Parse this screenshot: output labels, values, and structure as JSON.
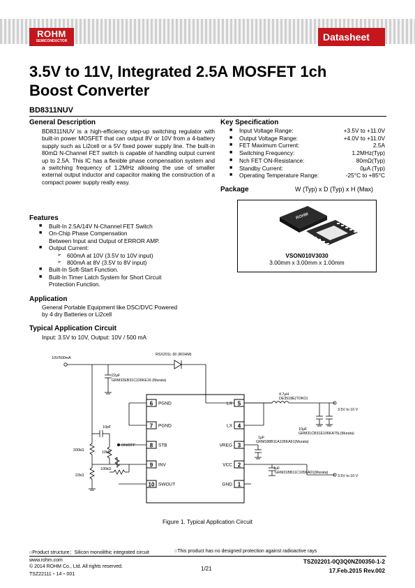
{
  "header": {
    "logo_main": "ROHM",
    "logo_sub": "SEMICONDUCTOR",
    "doc_type": "Datasheet"
  },
  "title": {
    "line1": "3.5V to 11V, Integrated 2.5A MOSFET 1ch",
    "line2": "Boost Converter",
    "part_number": "BD8311NUV"
  },
  "general_description": {
    "heading": "General Description",
    "text": "BD8311NUV is a high-efficiency step-up switching regulator with built-in power MOSFET that can output 8V or 10V from a 4-battery supply such as Li2cell or a 5V fixed power supply line. The built-in 80mΩ N-Channel FET switch is capable of handling output current up to 2.5A. This IC has a flexible phase compensation system and a switching frequency of 1.2MHz allowing the use of smaller external output inductor and capacitor making the construction of a compact power supply really easy."
  },
  "key_spec": {
    "heading": "Key Specification",
    "rows": [
      {
        "label": "Input Voltage Range:",
        "value": "+3.5V to +11.0V"
      },
      {
        "label": "Output Voltage Range:",
        "value": "+4.0V to +11.0V"
      },
      {
        "label": "FET Maximum Current:",
        "value": "2.5A"
      },
      {
        "label": "Switching Frequency:",
        "value": "1.2MHz(Typ)"
      },
      {
        "label": "Nch FET ON-Resistance:",
        "value": "80mΩ(Typ)"
      },
      {
        "label": "Standby Current:",
        "value": "0μA (Typ)"
      },
      {
        "label": "Operating Temperature Range:",
        "value": "-25°C to +85°C"
      }
    ]
  },
  "package": {
    "heading": "Package",
    "dims_header": "W (Typ) x D (Typ) x H (Max)",
    "name": "VSON010V3030",
    "dims": "3.00mm x 3.00mm x 1.00mm",
    "chip_label": "ROHM"
  },
  "features": {
    "heading": "Features",
    "items": [
      {
        "text": "Built-In 2.5A/14V N-Channel FET Switch",
        "level": 0
      },
      {
        "text": "On-Chip Phase Compensation",
        "level": 0
      },
      {
        "text": "Between Input and Output of ERROR AMP.",
        "level": 2
      },
      {
        "text": "Output Current:",
        "level": 0
      },
      {
        "text": "600mA at 10V (3.5V to 10V input)",
        "level": 1
      },
      {
        "text": "800mA at 8V (3.5V to 8V input)",
        "level": 1
      },
      {
        "text": "Built-In Soft-Start Function.",
        "level": 0
      },
      {
        "text": "Built-In Timer Latch System for Short Circuit",
        "level": 0
      },
      {
        "text": "Protection Function.",
        "level": 2
      }
    ]
  },
  "application": {
    "heading": "Application",
    "line1": "General Portable Equipment like DSC/DVC Powered",
    "line2": "by 4 dry Batteries or Li2cell"
  },
  "typical_circuit": {
    "heading": "Typical Application Circuit",
    "subtitle": "Input: 3.5V to 10V, Output: 10V / 500 mA",
    "caption": "Figure 1. Typical Application Circuit",
    "labels": {
      "vin": "10V/500mA",
      "diode": "RSX201L-30 (ROHM)",
      "c_in": "22μF",
      "c_in_part": "GRM32EB31C226KE16 (Murata)",
      "inductor": "4.7μH",
      "inductor_part": "DE3518E(TOKO)",
      "c_out": "10μF",
      "c_out_part": "GRM31CB31E106KA75L(Murata)",
      "out1": "3.5V to 10 V",
      "out2": "3.5V to 10 V",
      "c_vreg": "1μF",
      "c_vreg_part": "GRM188B11A105KA61(Murata)",
      "c_vcc": "1μF",
      "c_vcc_part": "GRM21BB11C105KA01(Murata)",
      "c_comp": "10pF",
      "r_top": "200kΩ",
      "r_bot": "22kΩ",
      "r_10k": "10kΩ",
      "r_100k": "100kΩ",
      "on_off": "ON/OFF"
    },
    "pins_left": [
      {
        "num": "6",
        "name": "PGND"
      },
      {
        "num": "7",
        "name": "PGND"
      },
      {
        "num": "8",
        "name": "STB"
      },
      {
        "num": "9",
        "name": "INV"
      },
      {
        "num": "10",
        "name": "SWOUT"
      }
    ],
    "pins_right": [
      {
        "num": "5",
        "name": "LX"
      },
      {
        "num": "4",
        "name": "LX"
      },
      {
        "num": "3",
        "name": "VREG"
      },
      {
        "num": "2",
        "name": "VCC"
      },
      {
        "num": "1",
        "name": "GND"
      }
    ]
  },
  "footer": {
    "product_structure": "○Product structure：Silicon monolithic integrated circuit",
    "radiation": "○This product has no designed protection against radioactive rays",
    "url": "www.rohm.com",
    "copyright": "© 2014 ROHM Co., Ltd. All rights reserved.",
    "tsz_code": "TSZ22111・14・001",
    "page": "1/21",
    "doc_number": "TSZ02201-0Q3Q0NZ00350-1-2",
    "date_rev": "17.Feb.2015 Rev.002"
  }
}
